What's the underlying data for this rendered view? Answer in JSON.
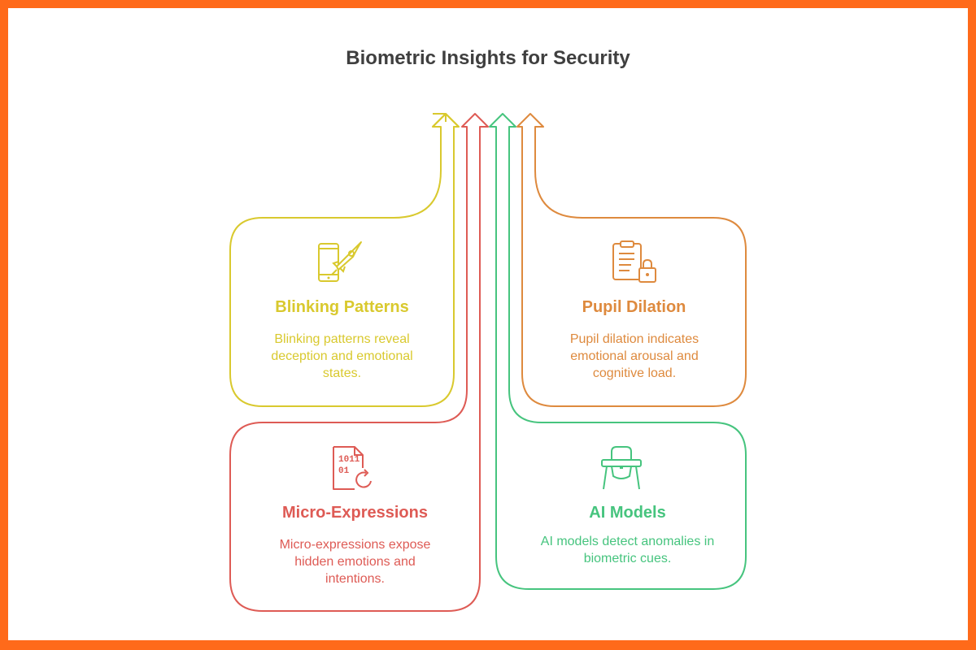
{
  "title": "Biometric Insights for Security",
  "colors": {
    "background_border": "#FF6A1A",
    "title": "#3f3f3f",
    "blinking": "#D9C92E",
    "pupil": "#DE8A3E",
    "micro": "#DE5B55",
    "ai": "#46C47E"
  },
  "cards": {
    "blinking": {
      "title": "Blinking Patterns",
      "desc": "Blinking patterns reveal deception and emotional states.",
      "icon": "phone-rocket-icon"
    },
    "pupil": {
      "title": "Pupil Dilation",
      "desc": "Pupil dilation indicates emotional arousal and cognitive load.",
      "icon": "clipboard-lock-icon"
    },
    "micro": {
      "title": "Micro-Expressions",
      "desc": "Micro-expressions expose hidden emotions and intentions.",
      "icon": "binary-file-refresh-icon"
    },
    "ai": {
      "title": "AI Models",
      "desc": "AI models detect anomalies in biometric cues.",
      "icon": "high-chair-icon"
    }
  }
}
